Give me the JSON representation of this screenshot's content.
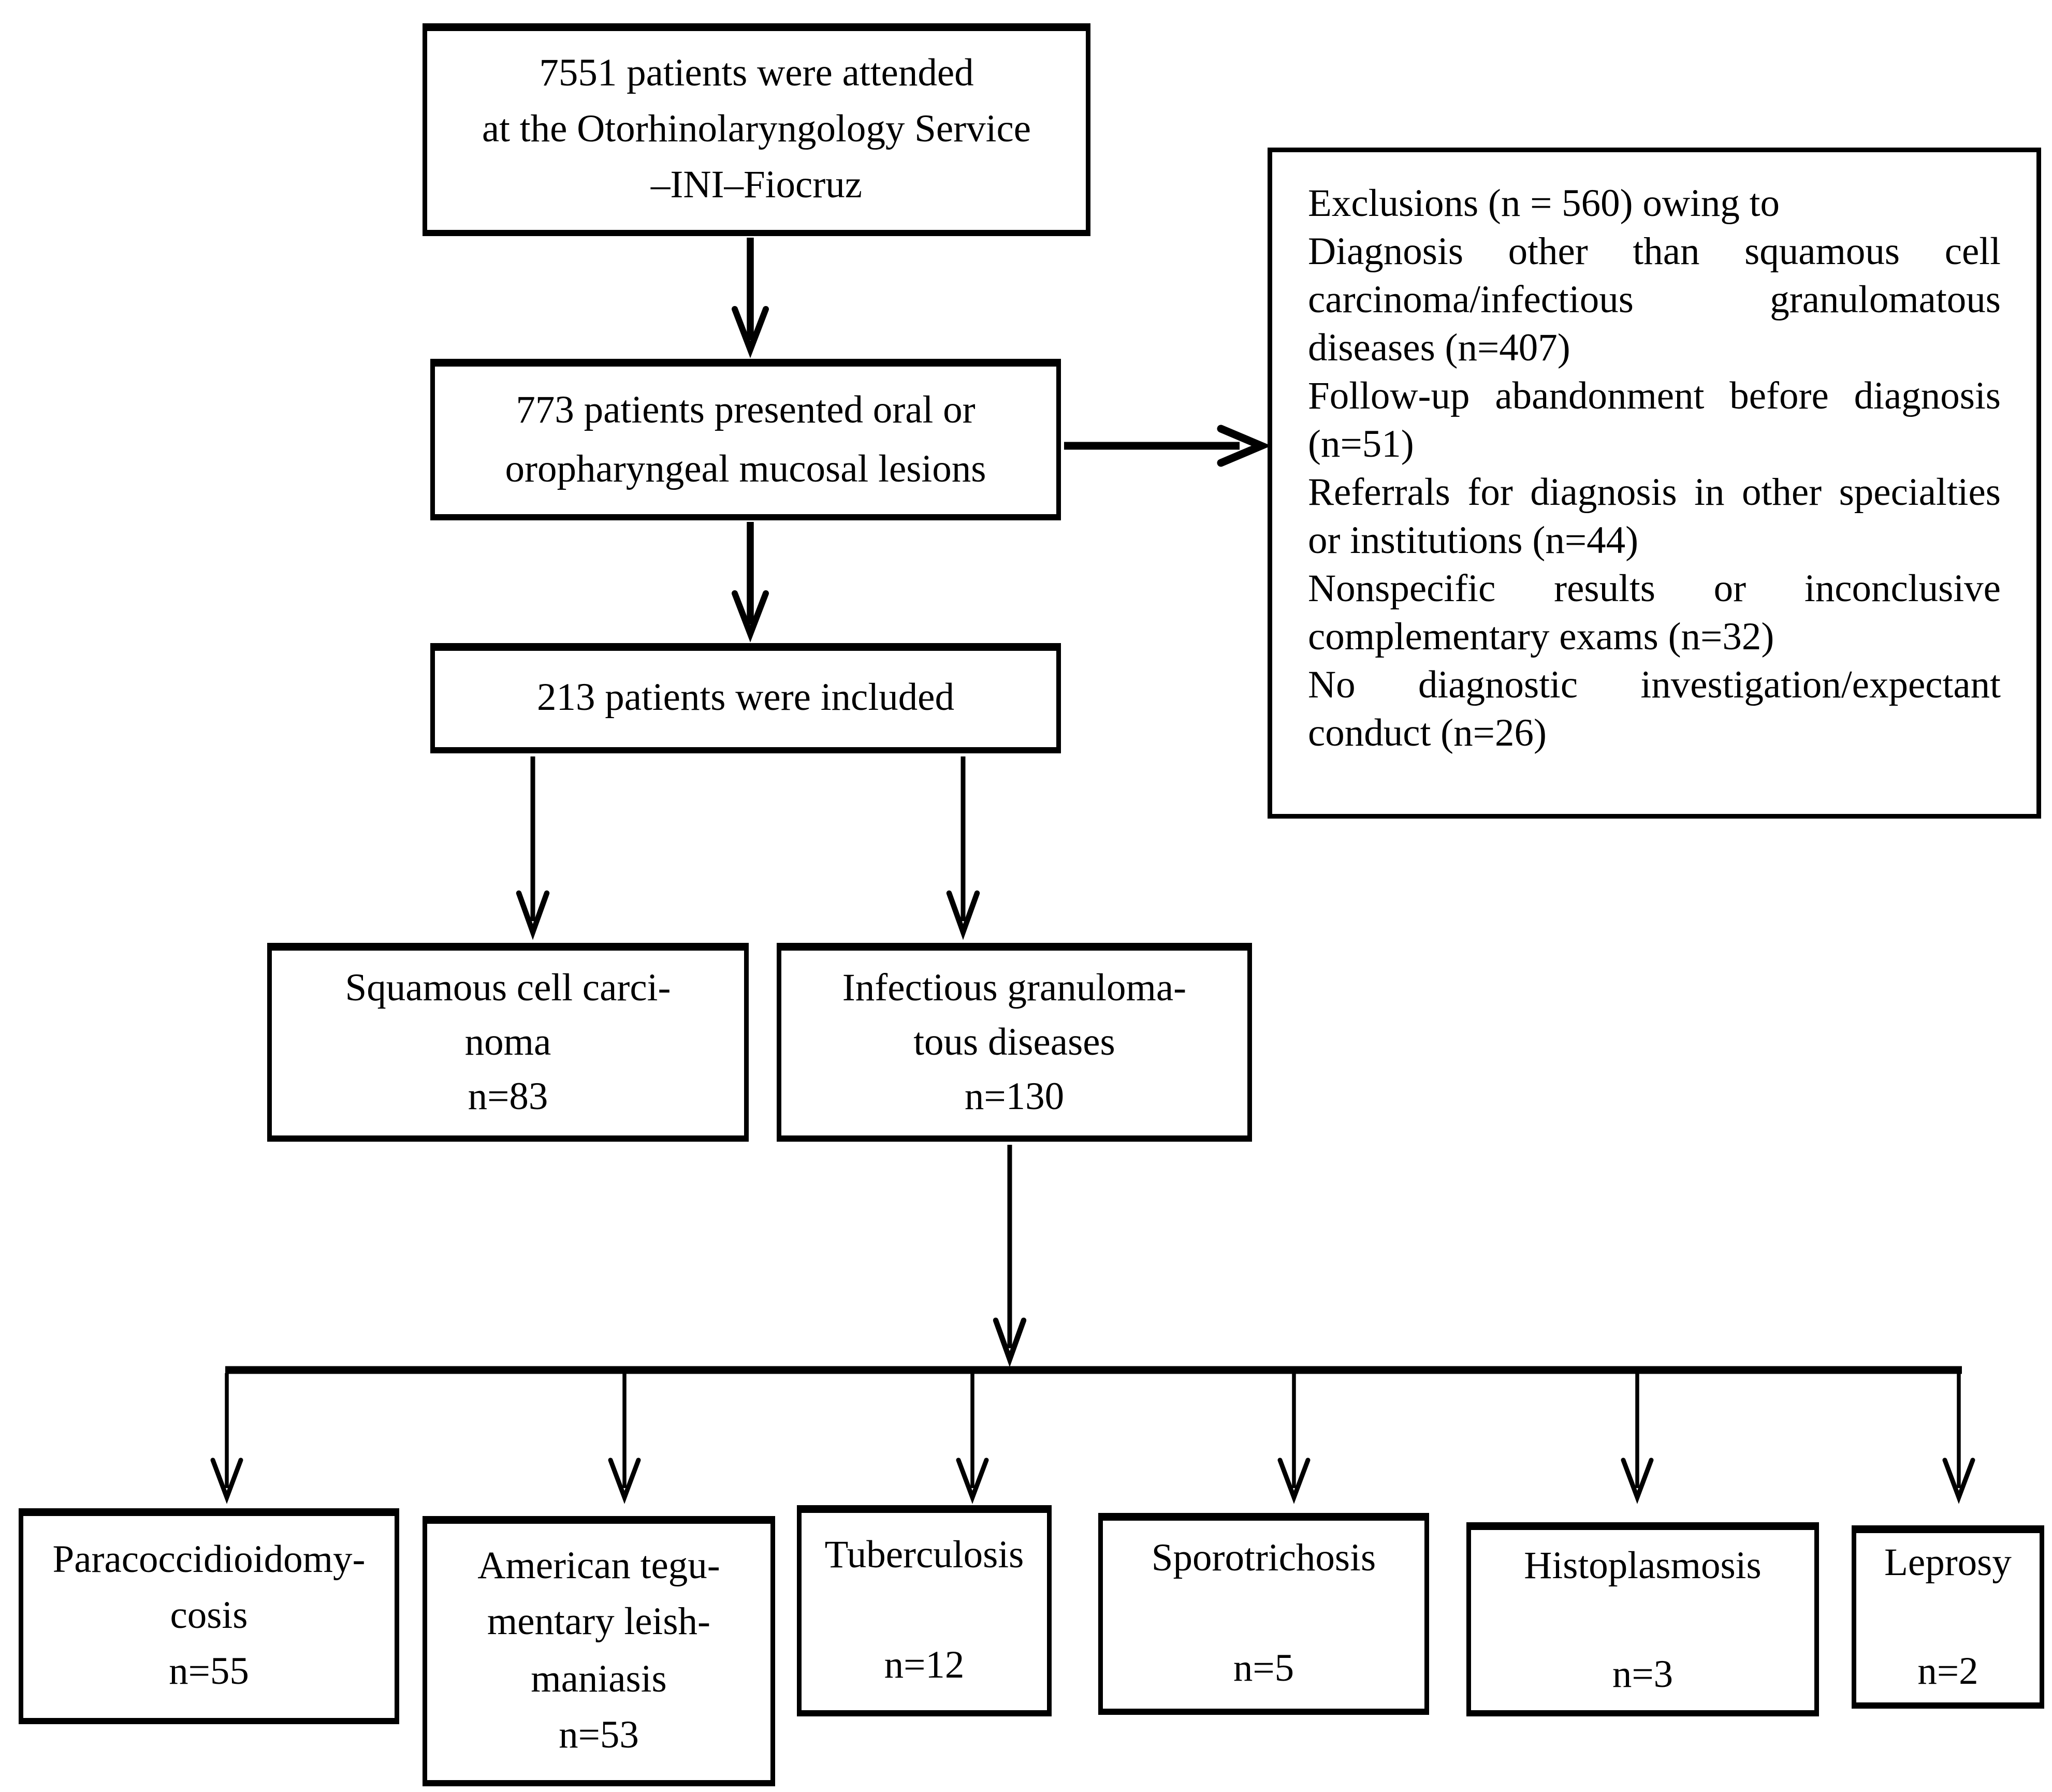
{
  "figure": {
    "background_color": "#ffffff",
    "line_color": "#000000"
  },
  "flowchart": {
    "attended_box": {
      "lines": [
        "7551 patients were attended",
        "at the Otorhinolaryngology Service",
        "–INI–Fiocruz"
      ]
    },
    "lesions_box": {
      "lines": [
        "773 patients presented oral or",
        "oropharyngeal mucosal lesions"
      ]
    },
    "exclusions_box": {
      "heading": "Exclusions (n = 560) owing to",
      "items": [
        "Diagnosis other than squamous cell carcinoma/infectious granulomatous diseases (n=407)",
        "Follow-up abandonment before diagnosis (n=51)",
        "Referrals for diagnosis in other specialties or institutions (n=44)",
        "Nonspecific results or inconclusive complementary exams (n=32)",
        "No diagnostic investigation/expectant conduct (n=26)"
      ]
    },
    "included_box": {
      "lines": [
        "213 patients were included"
      ]
    },
    "scc_box": {
      "lines": [
        "Squamous cell carci-",
        "noma",
        "n=83"
      ]
    },
    "igd_box": {
      "lines": [
        "Infectious granuloma-",
        "tous diseases",
        "n=130"
      ]
    },
    "outcome_boxes": [
      {
        "id": "paracoccidioidomycosis",
        "lines": [
          "Paracoccidioidomy-",
          "cosis",
          "n=55"
        ]
      },
      {
        "id": "american-tegumentary-leishmaniasis",
        "lines": [
          "American tegu-",
          "mentary leish-",
          "maniasis",
          "n=53"
        ]
      },
      {
        "id": "tuberculosis",
        "lines": [
          "Tuberculosis",
          "",
          "n=12"
        ]
      },
      {
        "id": "sporotrichosis",
        "lines": [
          "Sporotrichosis",
          "",
          "n=5"
        ]
      },
      {
        "id": "histoplasmosis",
        "lines": [
          "Histoplasmosis",
          "",
          "n=3"
        ]
      },
      {
        "id": "leprosy",
        "lines": [
          "Leprosy",
          "",
          "n=2"
        ]
      }
    ]
  }
}
